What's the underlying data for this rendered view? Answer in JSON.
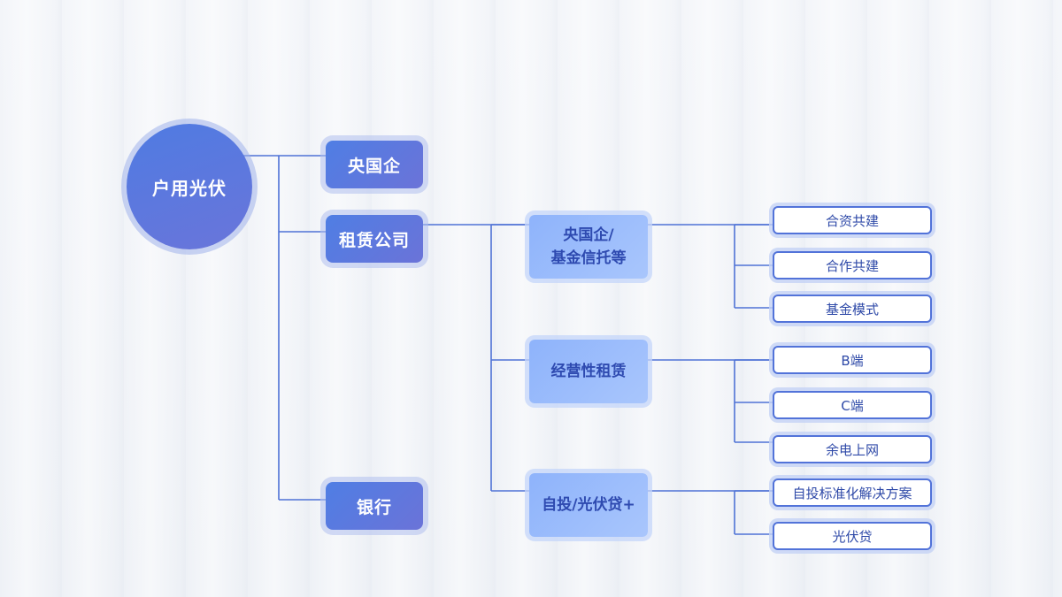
{
  "diagram": {
    "root": {
      "label": "户用光伏"
    },
    "categories": [
      {
        "label": "央国企"
      },
      {
        "label": "租赁公司"
      },
      {
        "label": "银行"
      }
    ],
    "lease_modes": [
      {
        "label_line1": "央国企/",
        "label_line2": "基金信托等"
      },
      {
        "label_line1": "经营性租赁",
        "label_line2": ""
      },
      {
        "label_line1": "自投/光伏贷+",
        "label_line2": ""
      }
    ],
    "leaves": [
      {
        "label": "合资共建"
      },
      {
        "label": "合作共建"
      },
      {
        "label": "基金模式"
      },
      {
        "label": "B端"
      },
      {
        "label": "C端"
      },
      {
        "label": "余电上网"
      },
      {
        "label": "自投标准化解决方案"
      },
      {
        "label": "光伏贷"
      }
    ],
    "line_color": "#4f72d6"
  }
}
